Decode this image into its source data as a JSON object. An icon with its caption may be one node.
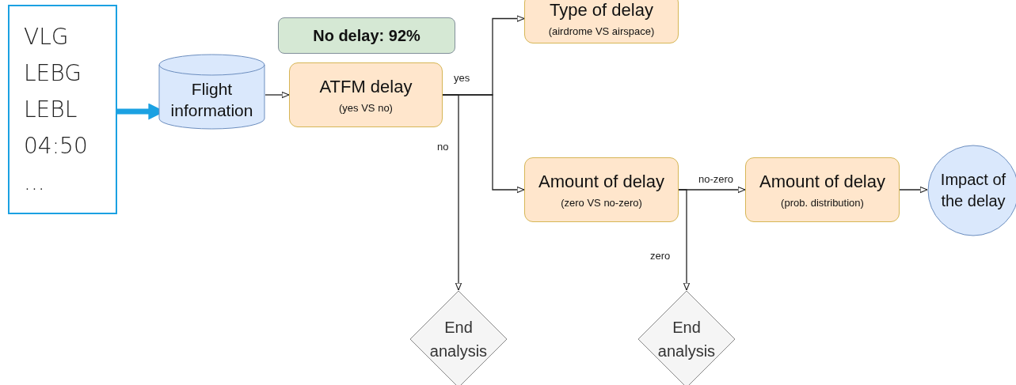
{
  "diagram": {
    "nodes": [
      {
        "text": [
          "VLG LEBG LEBL 04:50 ..."
        ]
      },
      {
        "text": [
          "Flight information"
        ]
      },
      {
        "text": [
          "No delay: 92%"
        ]
      },
      {
        "text": [
          "ATFM delay",
          "(yes VS no)"
        ]
      },
      {
        "text": [
          "Type of delay",
          "(airdrome VS airspace)"
        ]
      },
      {
        "text": [
          "Amount of delay",
          "(zero VS no-zero)"
        ]
      },
      {
        "text": [
          "Amount of delay",
          "(prob. distribution)"
        ]
      },
      {
        "text": [
          "Impact of the delay"
        ]
      },
      {
        "text": [
          "End analysis"
        ]
      },
      {
        "text": [
          "End analysis"
        ]
      }
    ],
    "edges": [
      {
        "from": 0,
        "to": 1,
        "arrow": "to",
        "style": "thick",
        "color": "#1ba1e2"
      },
      {
        "from": 1,
        "to": 3,
        "arrow": "to"
      },
      {
        "from": 3,
        "to": 4,
        "arrow": "to",
        "label": "yes"
      },
      {
        "from": 3,
        "to": 5,
        "arrow": "to"
      },
      {
        "from": 3,
        "to": 8,
        "arrow": "to",
        "label": "no"
      },
      {
        "from": 5,
        "to": 6,
        "arrow": "to",
        "label": "no-zero"
      },
      {
        "from": 5,
        "to": 9,
        "arrow": "to",
        "label": "zero"
      },
      {
        "from": 6,
        "to": 7,
        "arrow": "to"
      }
    ]
  }
}
